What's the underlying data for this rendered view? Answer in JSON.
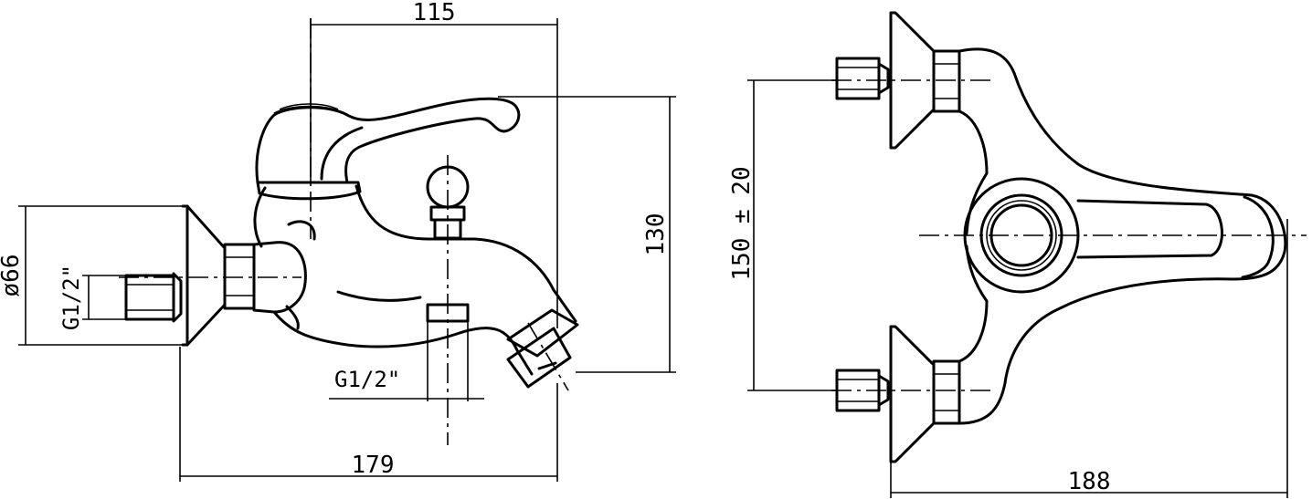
{
  "dimensions": {
    "top_width": "115",
    "height": "130",
    "flange_diameter": "ø66",
    "inlet_thread": "G1/2\"",
    "outlet_thread": "G1/2\"",
    "overall_length": "179",
    "center_distance": "150 ± 20",
    "overall_width": "188"
  }
}
